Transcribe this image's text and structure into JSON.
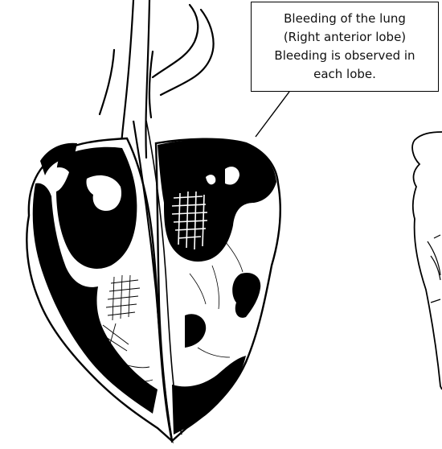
{
  "annotation": {
    "lines": [
      "Bleeding of the lung",
      "(Right anterior lobe)",
      "Bleeding is observed in",
      "each lobe."
    ]
  },
  "colors": {
    "ink": "#000000",
    "paper": "#ffffff"
  },
  "illustration": {
    "subject": "lung-drawing-with-hemorrhage",
    "style": "black ink sketch"
  }
}
